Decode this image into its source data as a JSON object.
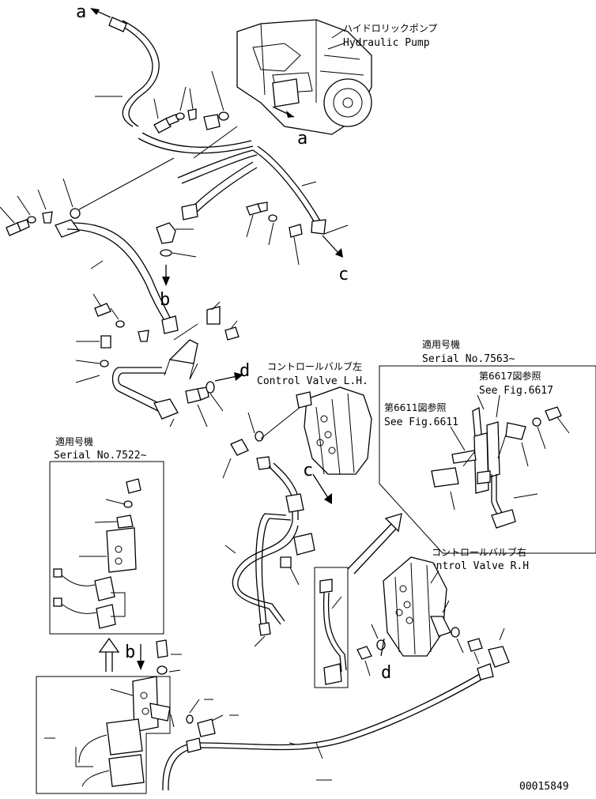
{
  "callouts": {
    "a": "a",
    "b": "b",
    "c": "c",
    "d": "d"
  },
  "pump": {
    "jp": "ハイドロリックポンプ",
    "en": "Hydraulic Pump"
  },
  "control_valve_lh": {
    "jp": "コントロールバルブ左",
    "en": "Control Valve L.H."
  },
  "control_valve_rh": {
    "jp": "コントロールバルブ右",
    "en": "Control Valve R.H"
  },
  "serial_7563": {
    "jp": "適用号機",
    "en": "Serial No.7563~"
  },
  "serial_7522": {
    "jp": "適用号機",
    "en": "Serial No.7522~"
  },
  "ref_6617": {
    "jp": "第6617図参照",
    "en": "See Fig.6617"
  },
  "ref_6611": {
    "jp": "第6611図参照",
    "en": "See Fig.6611"
  },
  "part_number": "00015849"
}
